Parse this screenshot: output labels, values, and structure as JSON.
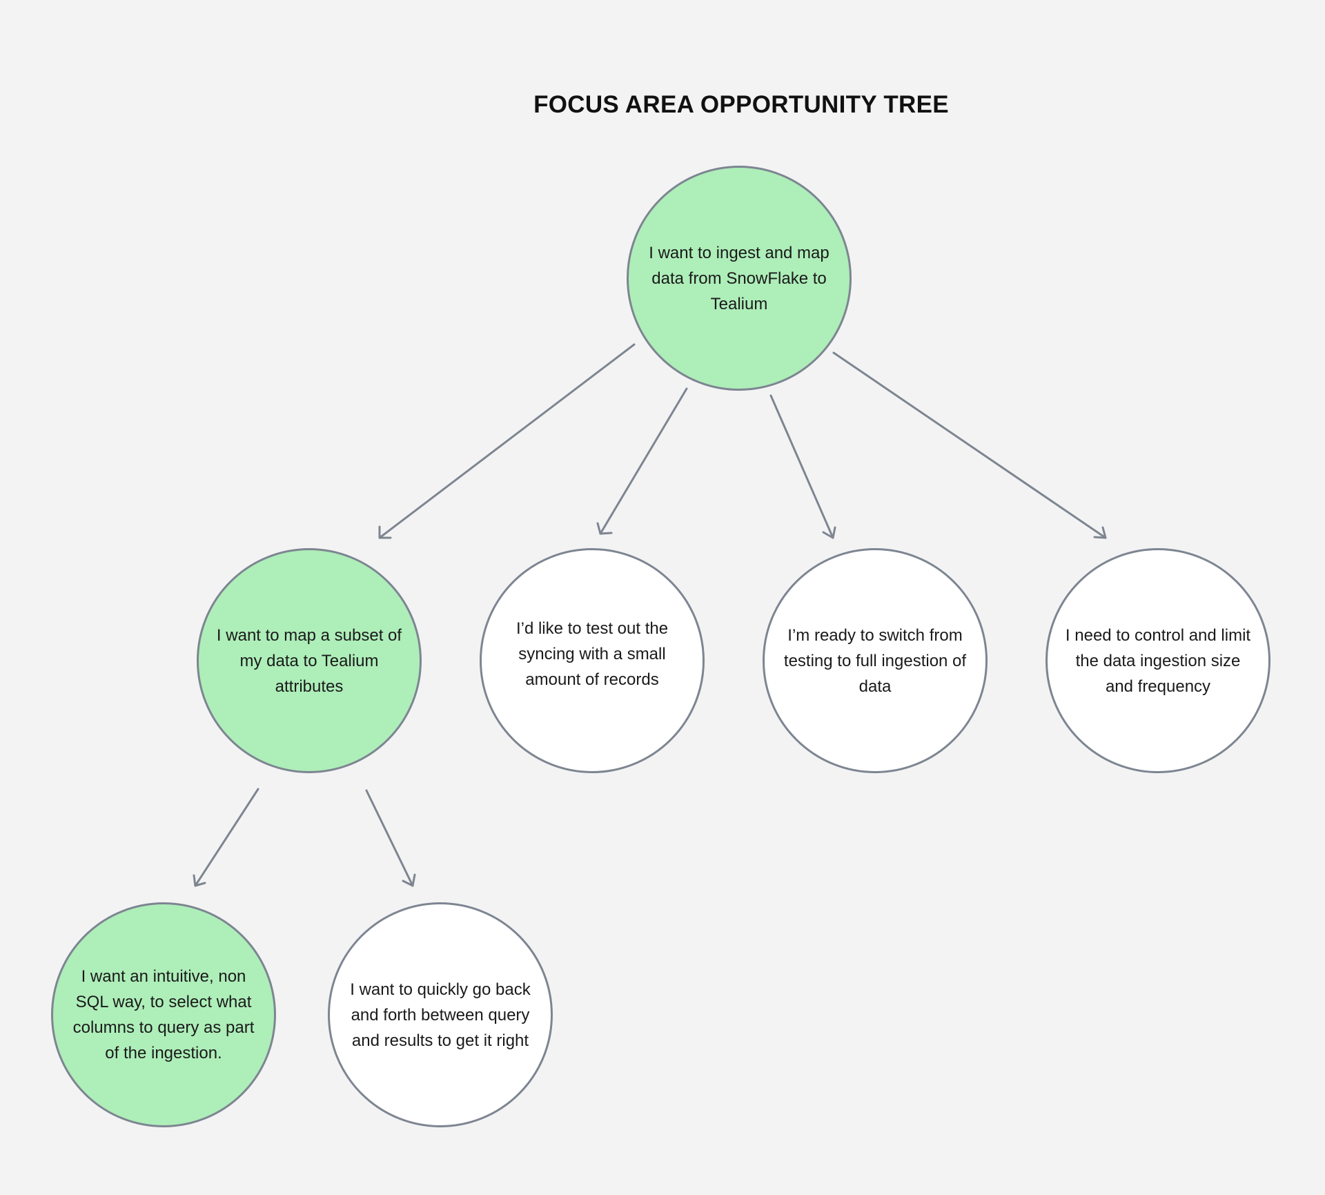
{
  "title": "FOCUS AREA OPPORTUNITY TREE",
  "colors": {
    "highlight_fill": "#aeeeb9",
    "plain_fill": "#ffffff",
    "outline": "#7d8591",
    "background": "#f3f3f3"
  },
  "nodes": {
    "root": {
      "label": "I want to ingest and map data from SnowFlake to Tealium",
      "highlighted": true
    },
    "map_subset": {
      "label": "I want to map a subset of my data to Tealium attributes",
      "highlighted": true
    },
    "test_sync": {
      "label": "I’d like to test out the syncing with a small amount of records",
      "highlighted": false
    },
    "full_ingestion": {
      "label": "I’m ready to switch from testing to full ingestion of data",
      "highlighted": false
    },
    "control_limit": {
      "label": "I need to control and limit the data ingestion size and frequency",
      "highlighted": false
    },
    "non_sql": {
      "label": "I want an intuitive, non SQL way, to select what columns to query as part of the ingestion.",
      "highlighted": true
    },
    "back_forth": {
      "label": "I want to quickly go back and forth between query and results to get it right",
      "highlighted": false
    }
  },
  "edges": [
    {
      "from": "root",
      "to": "map_subset"
    },
    {
      "from": "root",
      "to": "test_sync"
    },
    {
      "from": "root",
      "to": "full_ingestion"
    },
    {
      "from": "root",
      "to": "control_limit"
    },
    {
      "from": "map_subset",
      "to": "non_sql"
    },
    {
      "from": "map_subset",
      "to": "back_forth"
    }
  ]
}
